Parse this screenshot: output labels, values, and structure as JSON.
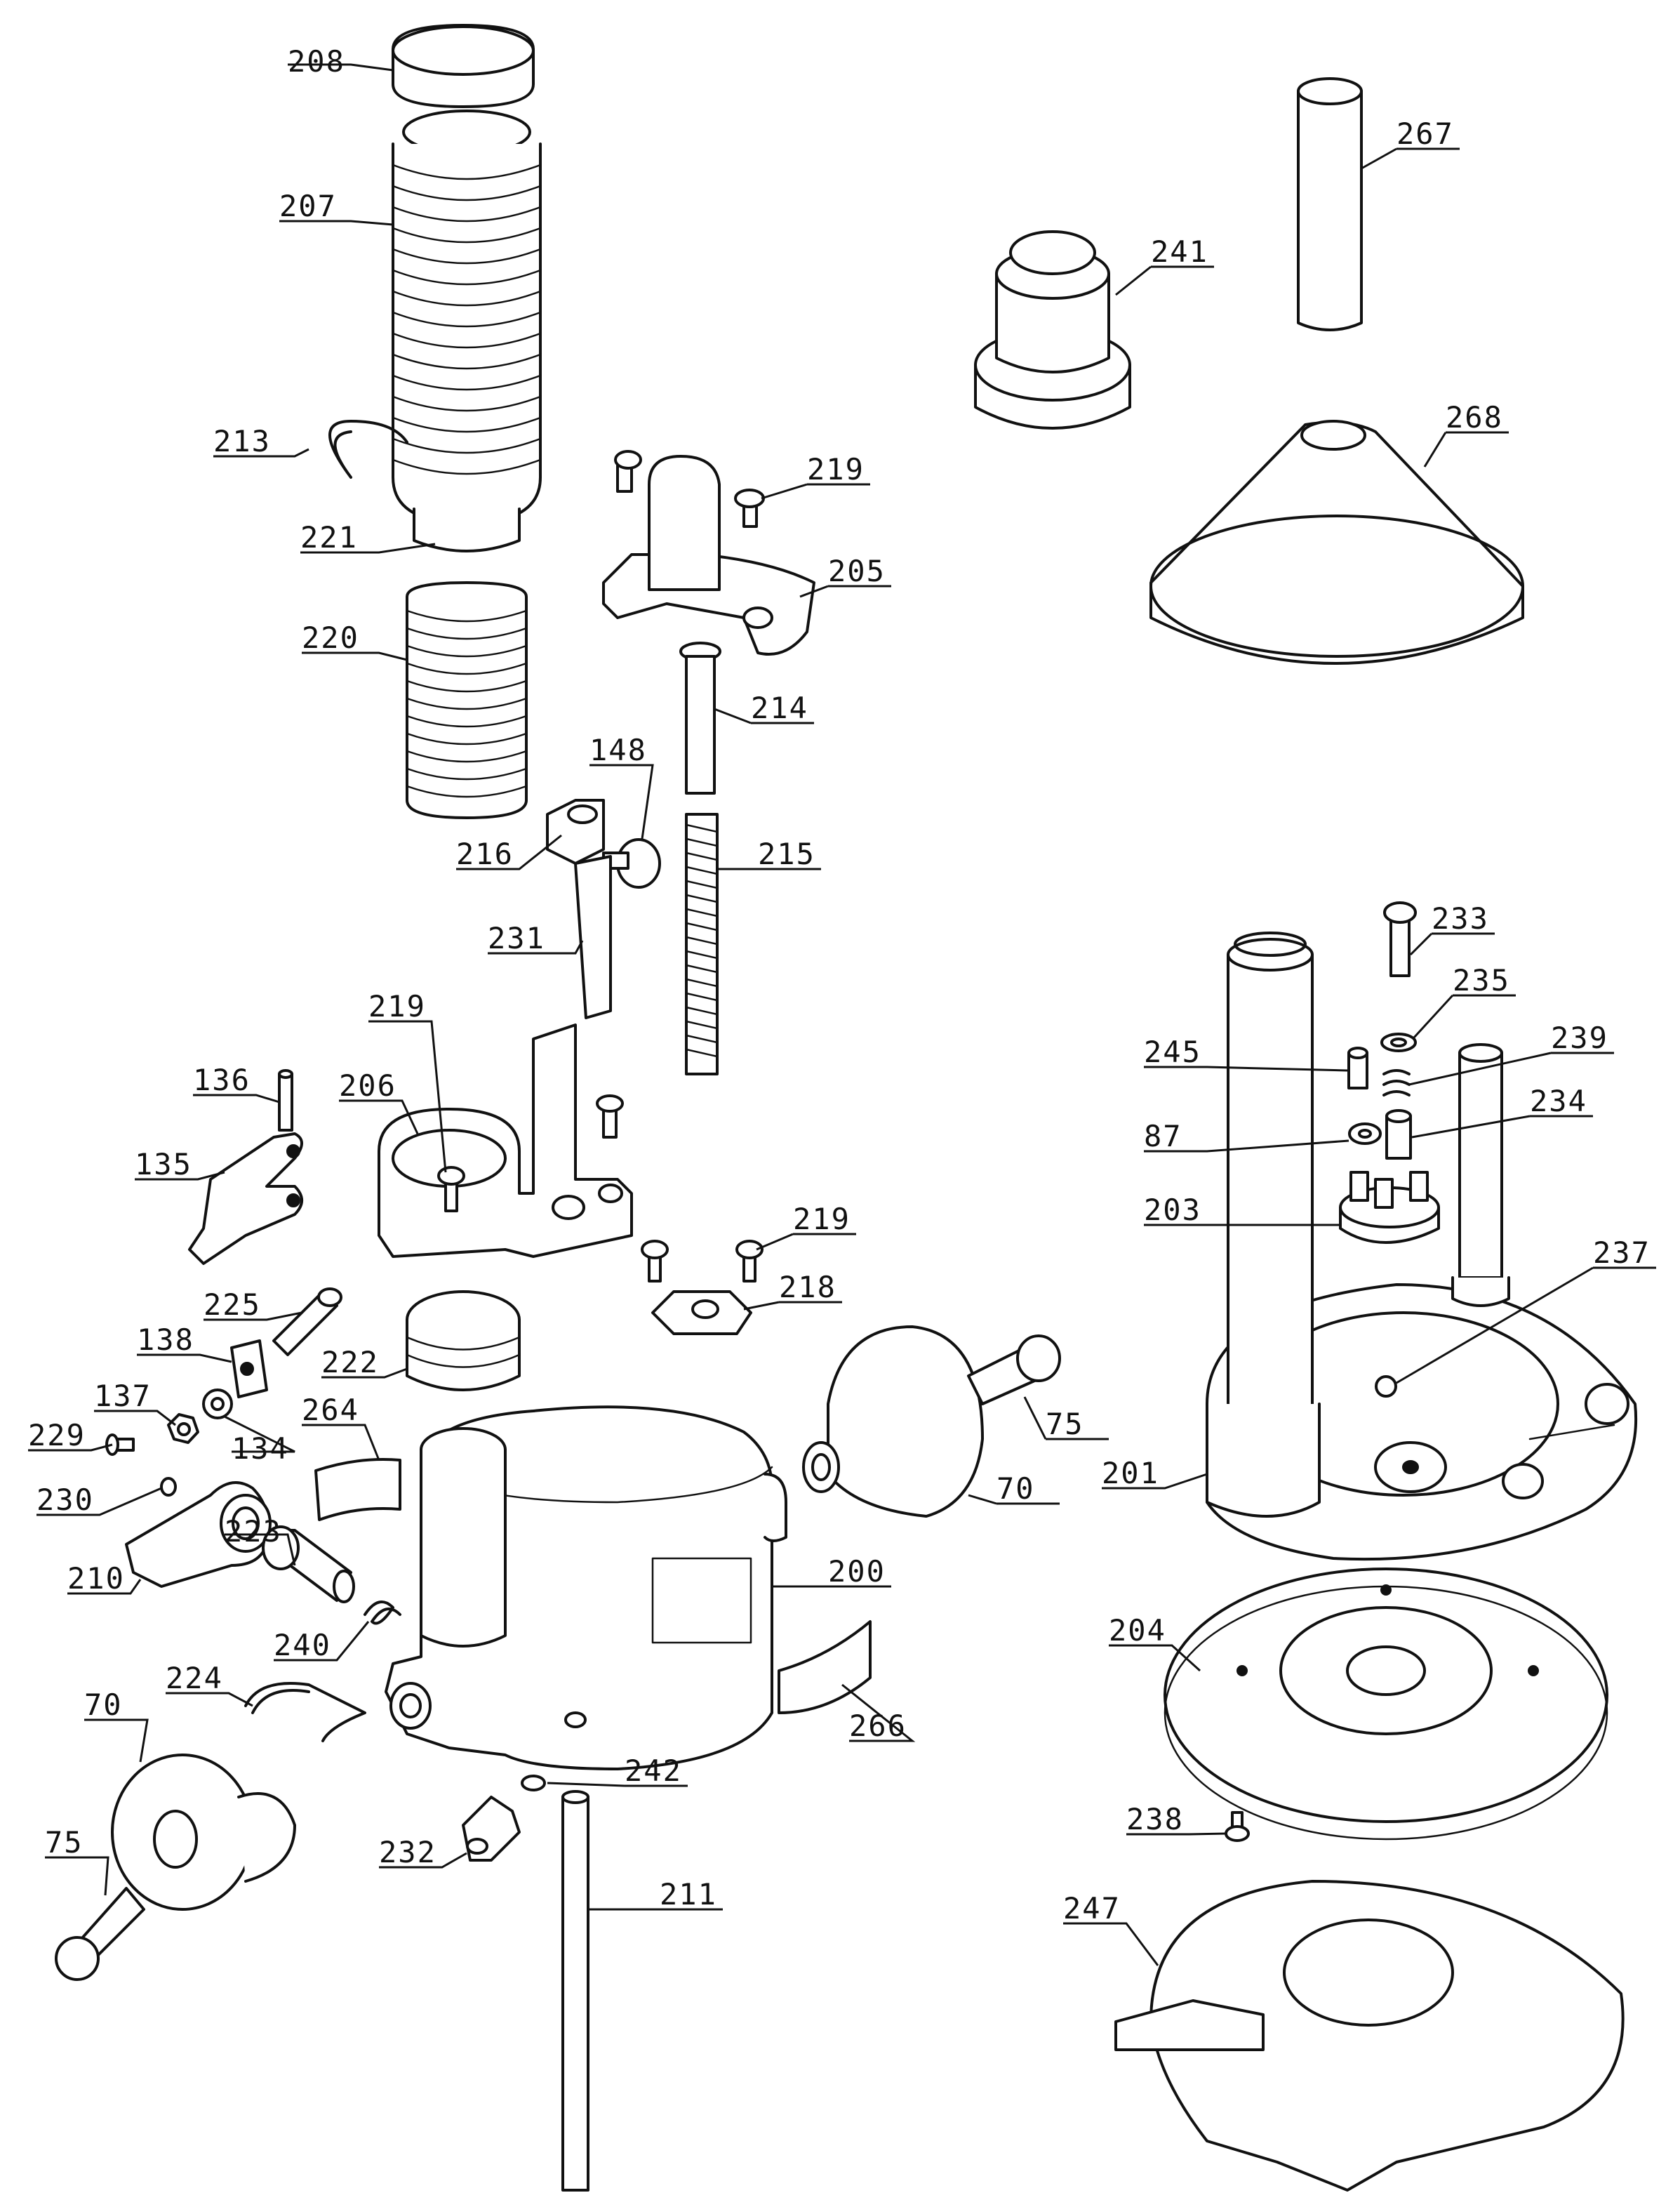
{
  "callouts": [
    {
      "id": "c208",
      "label": "208"
    },
    {
      "id": "c207",
      "label": "207"
    },
    {
      "id": "c213",
      "label": "213"
    },
    {
      "id": "c221",
      "label": "221"
    },
    {
      "id": "c220",
      "label": "220"
    },
    {
      "id": "c219a",
      "label": "219"
    },
    {
      "id": "c205",
      "label": "205"
    },
    {
      "id": "c214",
      "label": "214"
    },
    {
      "id": "c148",
      "label": "148"
    },
    {
      "id": "c216",
      "label": "216"
    },
    {
      "id": "c215",
      "label": "215"
    },
    {
      "id": "c231",
      "label": "231"
    },
    {
      "id": "c219b",
      "label": "219"
    },
    {
      "id": "c206",
      "label": "206"
    },
    {
      "id": "c136",
      "label": "136"
    },
    {
      "id": "c135",
      "label": "135"
    },
    {
      "id": "c219c",
      "label": "219"
    },
    {
      "id": "c218",
      "label": "218"
    },
    {
      "id": "c225",
      "label": "225"
    },
    {
      "id": "c138",
      "label": "138"
    },
    {
      "id": "c222",
      "label": "222"
    },
    {
      "id": "c137",
      "label": "137"
    },
    {
      "id": "c134",
      "label": "134"
    },
    {
      "id": "c229",
      "label": "229"
    },
    {
      "id": "c264",
      "label": "264"
    },
    {
      "id": "c230",
      "label": "230"
    },
    {
      "id": "c210",
      "label": "210"
    },
    {
      "id": "c223",
      "label": "223"
    },
    {
      "id": "c200",
      "label": "200"
    },
    {
      "id": "c240",
      "label": "240"
    },
    {
      "id": "c224",
      "label": "224"
    },
    {
      "id": "c266",
      "label": "266"
    },
    {
      "id": "c70a",
      "label": "70"
    },
    {
      "id": "c242",
      "label": "242"
    },
    {
      "id": "c75a",
      "label": "75"
    },
    {
      "id": "c232",
      "label": "232"
    },
    {
      "id": "c211",
      "label": "211"
    },
    {
      "id": "c75b",
      "label": "75"
    },
    {
      "id": "c70b",
      "label": "70"
    },
    {
      "id": "c267",
      "label": "267"
    },
    {
      "id": "c241",
      "label": "241"
    },
    {
      "id": "c268",
      "label": "268"
    },
    {
      "id": "c233",
      "label": "233"
    },
    {
      "id": "c235",
      "label": "235"
    },
    {
      "id": "c245",
      "label": "245"
    },
    {
      "id": "c239",
      "label": "239"
    },
    {
      "id": "c87",
      "label": "87"
    },
    {
      "id": "c234",
      "label": "234"
    },
    {
      "id": "c203",
      "label": "203"
    },
    {
      "id": "c237",
      "label": "237"
    },
    {
      "id": "c201",
      "label": "201"
    },
    {
      "id": "c204",
      "label": "204"
    },
    {
      "id": "c238",
      "label": "238"
    },
    {
      "id": "c247",
      "label": "247"
    }
  ]
}
